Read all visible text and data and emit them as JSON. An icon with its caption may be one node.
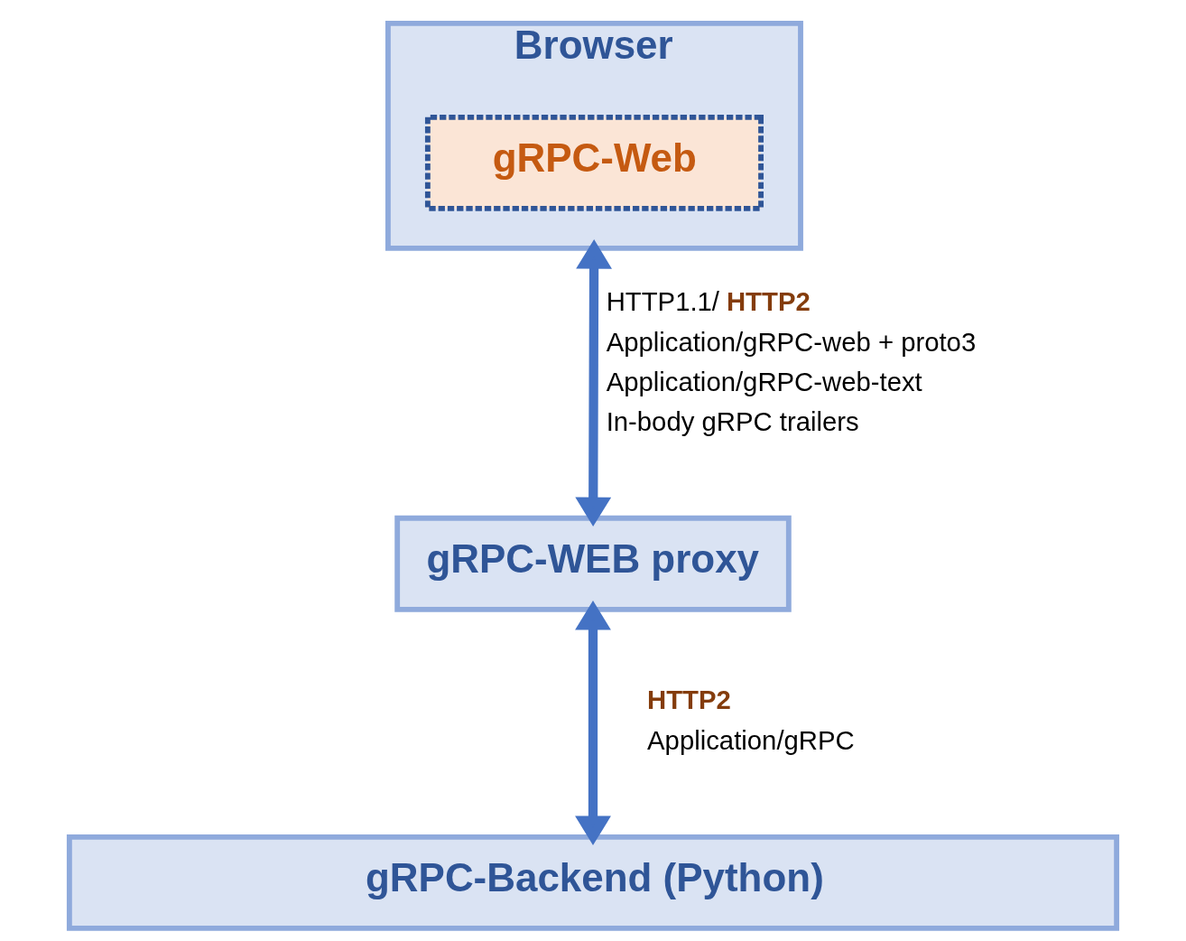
{
  "diagram": {
    "nodes": [
      {
        "text": [
          "Browser"
        ]
      },
      {
        "text": [
          "gRPC-Web"
        ],
        "in": 0
      },
      {
        "text": [
          "gRPC-WEB proxy"
        ]
      },
      {
        "text": [
          "gRPC-Backend (Python)"
        ]
      }
    ],
    "edges": [
      {
        "from": 0,
        "to": 2,
        "arrow": "both"
      },
      {
        "from": 2,
        "to": 3,
        "arrow": "both"
      }
    ],
    "labels": [
      "HTTP1.1/ **HTTP2**",
      "Application/gRPC-web + proto3",
      "Application/gRPC-web-text",
      "In-body gRPC trailers",
      "**HTTP2**",
      "Application/gRPC"
    ]
  }
}
